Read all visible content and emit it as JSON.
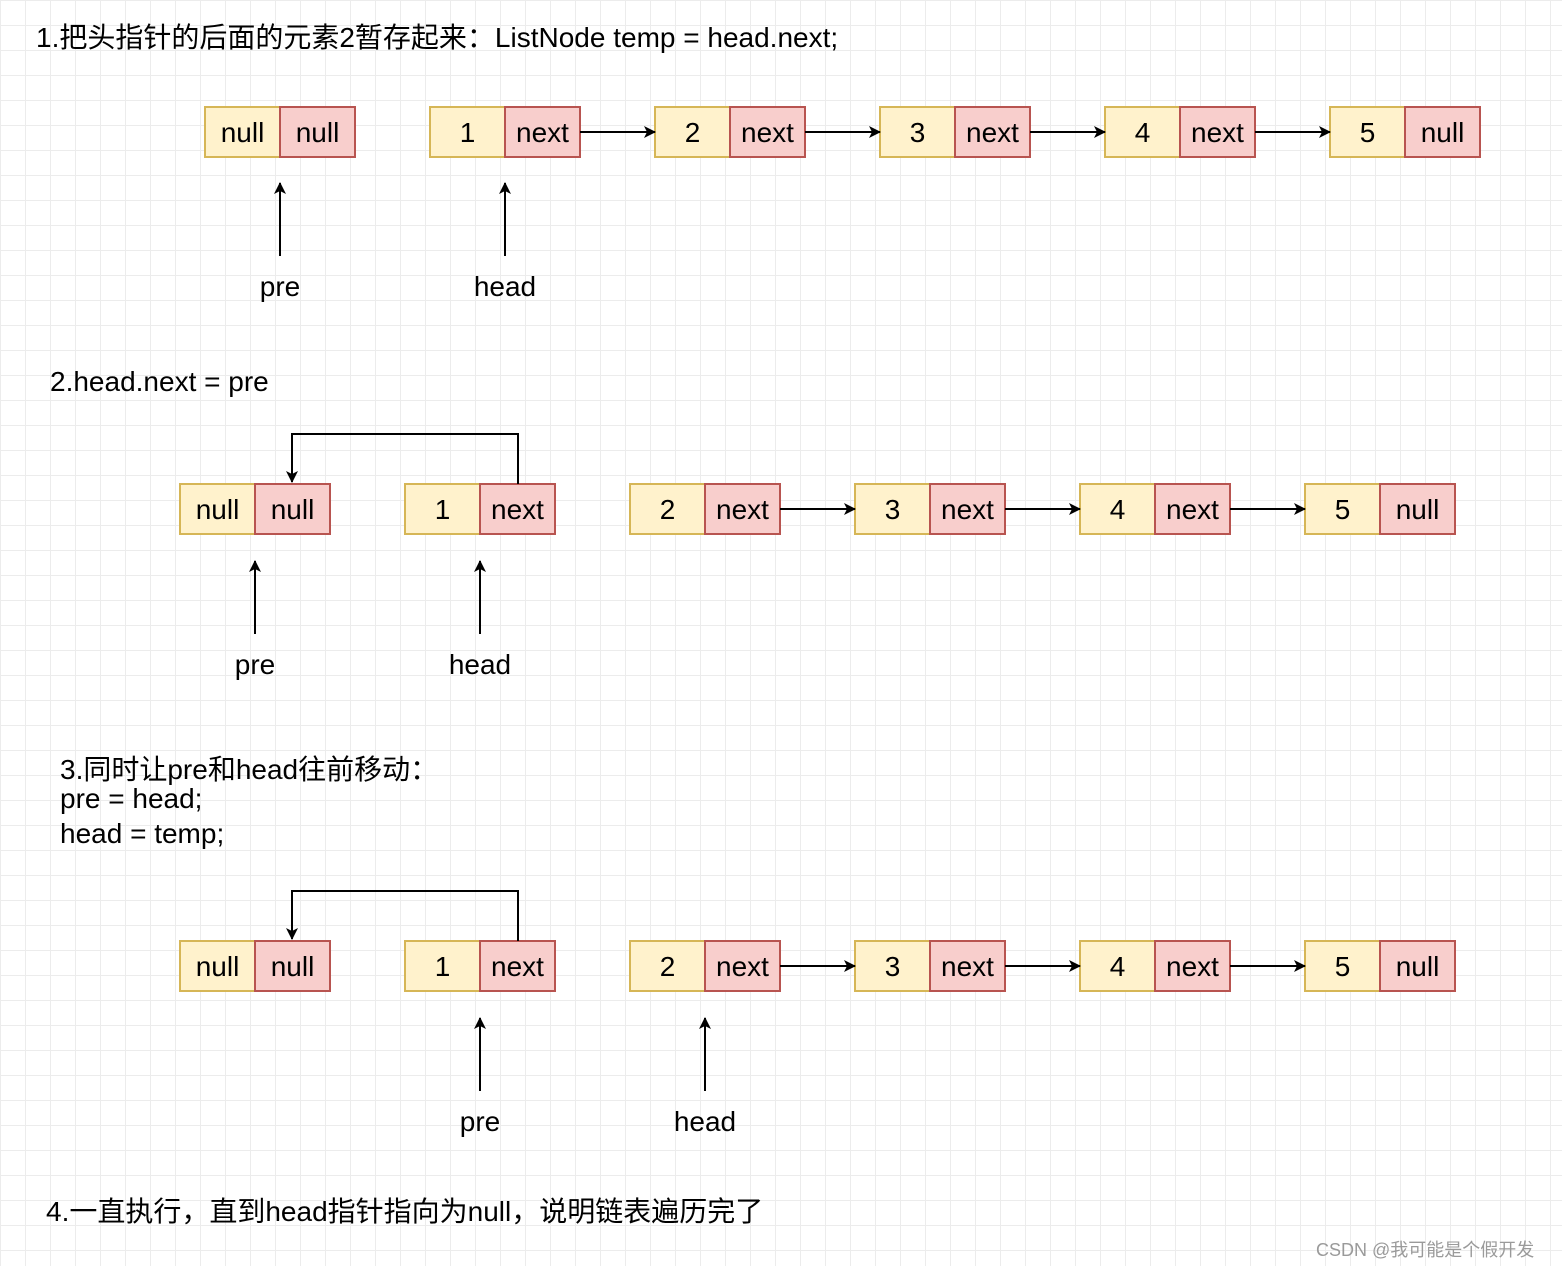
{
  "step1": {
    "title": "1.把头指针的后面的元素2暂存起来：ListNode temp = head.next;",
    "nodes": [
      [
        "null",
        "null"
      ],
      [
        "1",
        "next"
      ],
      [
        "2",
        "next"
      ],
      [
        "3",
        "next"
      ],
      [
        "4",
        "next"
      ],
      [
        "5",
        "null"
      ]
    ],
    "pointers": [
      "pre",
      "head"
    ]
  },
  "step2": {
    "title": "2.head.next = pre",
    "nodes": [
      [
        "null",
        "null"
      ],
      [
        "1",
        "next"
      ],
      [
        "2",
        "next"
      ],
      [
        "3",
        "next"
      ],
      [
        "4",
        "next"
      ],
      [
        "5",
        "null"
      ]
    ],
    "pointers": [
      "pre",
      "head"
    ]
  },
  "step3": {
    "title_line1": "3.同时让pre和head往前移动：",
    "title_line2": "pre = head;",
    "title_line3": "head = temp;",
    "nodes": [
      [
        "null",
        "null"
      ],
      [
        "1",
        "next"
      ],
      [
        "2",
        "next"
      ],
      [
        "3",
        "next"
      ],
      [
        "4",
        "next"
      ],
      [
        "5",
        "null"
      ]
    ],
    "pointers": [
      "pre",
      "head"
    ]
  },
  "step4": {
    "title": "4.一直执行，直到head指针指向为null，说明链表遍历完了"
  },
  "watermark": "CSDN @我可能是个假开发",
  "colors": {
    "value_fill": "#fff2cc",
    "value_stroke": "#d6b656",
    "next_fill": "#f8cecc",
    "next_stroke": "#b85450",
    "arrow": "#000000"
  }
}
